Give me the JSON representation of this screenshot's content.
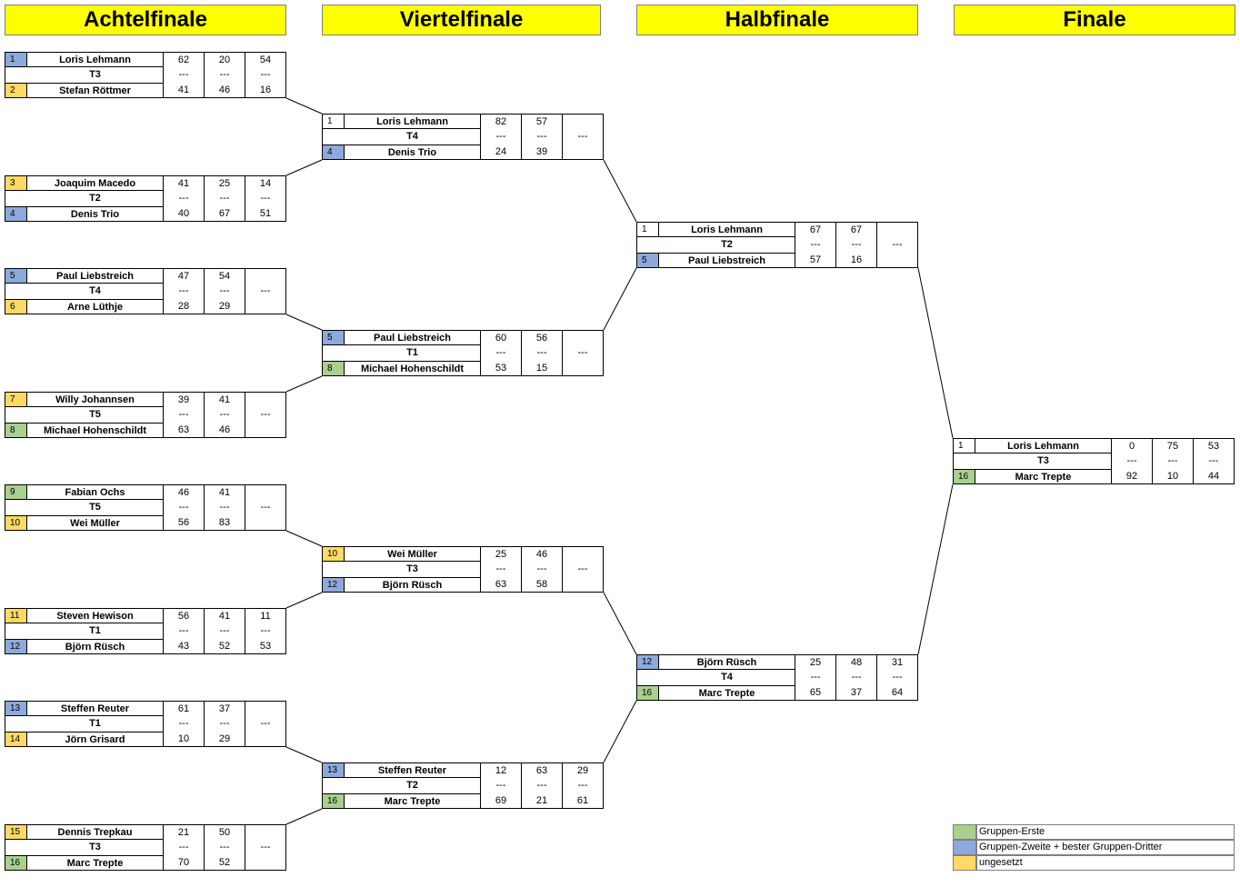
{
  "colors": {
    "header": "#ffff00",
    "group_first": "#a9d08e",
    "group_second": "#8ea9db",
    "unseeded": "#ffd966"
  },
  "headers": [
    "Achtelfinale",
    "Viertelfinale",
    "Halbfinale",
    "Finale"
  ],
  "rounds": {
    "achtelfinale": [
      {
        "p1": {
          "seed": "1",
          "name": "Loris Lehmann",
          "seedtype": "second",
          "scores": [
            "62",
            "20",
            "54"
          ]
        },
        "table": "T3",
        "mid": [
          "---",
          "---",
          "---"
        ],
        "p2": {
          "seed": "2",
          "name": "Stefan Röttmer",
          "seedtype": "unseeded",
          "scores": [
            "41",
            "46",
            "16"
          ]
        }
      },
      {
        "p1": {
          "seed": "3",
          "name": "Joaquim Macedo",
          "seedtype": "unseeded",
          "scores": [
            "41",
            "25",
            "14"
          ]
        },
        "table": "T2",
        "mid": [
          "---",
          "---",
          "---"
        ],
        "p2": {
          "seed": "4",
          "name": "Denis Trio",
          "seedtype": "second",
          "scores": [
            "40",
            "67",
            "51"
          ]
        }
      },
      {
        "p1": {
          "seed": "5",
          "name": "Paul Liebstreich",
          "seedtype": "second",
          "scores": [
            "47",
            "54",
            ""
          ]
        },
        "table": "T4",
        "mid": [
          "---",
          "---",
          "---"
        ],
        "p2": {
          "seed": "6",
          "name": "Arne Lüthje",
          "seedtype": "unseeded",
          "scores": [
            "28",
            "29",
            ""
          ]
        }
      },
      {
        "p1": {
          "seed": "7",
          "name": "Willy Johannsen",
          "seedtype": "unseeded",
          "scores": [
            "39",
            "41",
            ""
          ]
        },
        "table": "T5",
        "mid": [
          "---",
          "---",
          "---"
        ],
        "p2": {
          "seed": "8",
          "name": "Michael Hohenschildt",
          "seedtype": "first",
          "scores": [
            "63",
            "46",
            ""
          ]
        }
      },
      {
        "p1": {
          "seed": "9",
          "name": "Fabian Ochs",
          "seedtype": "first",
          "scores": [
            "46",
            "41",
            ""
          ]
        },
        "table": "T5",
        "mid": [
          "---",
          "---",
          "---"
        ],
        "p2": {
          "seed": "10",
          "name": "Wei Müller",
          "seedtype": "unseeded",
          "scores": [
            "56",
            "83",
            ""
          ]
        }
      },
      {
        "p1": {
          "seed": "11",
          "name": "Steven Hewison",
          "seedtype": "unseeded",
          "scores": [
            "56",
            "41",
            "11"
          ]
        },
        "table": "T1",
        "mid": [
          "---",
          "---",
          "---"
        ],
        "p2": {
          "seed": "12",
          "name": "Björn Rüsch",
          "seedtype": "second",
          "scores": [
            "43",
            "52",
            "53"
          ]
        }
      },
      {
        "p1": {
          "seed": "13",
          "name": "Steffen Reuter",
          "seedtype": "second",
          "scores": [
            "61",
            "37",
            ""
          ]
        },
        "table": "T1",
        "mid": [
          "---",
          "---",
          "---"
        ],
        "p2": {
          "seed": "14",
          "name": "Jörn Grisard",
          "seedtype": "unseeded",
          "scores": [
            "10",
            "29",
            ""
          ]
        }
      },
      {
        "p1": {
          "seed": "15",
          "name": "Dennis Trepkau",
          "seedtype": "unseeded",
          "scores": [
            "21",
            "50",
            ""
          ]
        },
        "table": "T3",
        "mid": [
          "---",
          "---",
          "---"
        ],
        "p2": {
          "seed": "16",
          "name": "Marc Trepte",
          "seedtype": "first",
          "scores": [
            "70",
            "52",
            ""
          ]
        }
      }
    ],
    "viertelfinale": [
      {
        "p1": {
          "seed": "1",
          "name": "Loris Lehmann",
          "seedtype": "none",
          "scores": [
            "82",
            "57",
            ""
          ]
        },
        "table": "T4",
        "mid": [
          "---",
          "---",
          "---"
        ],
        "p2": {
          "seed": "4",
          "name": "Denis Trio",
          "seedtype": "second",
          "scores": [
            "24",
            "39",
            ""
          ]
        }
      },
      {
        "p1": {
          "seed": "5",
          "name": "Paul Liebstreich",
          "seedtype": "second",
          "scores": [
            "60",
            "56",
            ""
          ]
        },
        "table": "T1",
        "mid": [
          "---",
          "---",
          "---"
        ],
        "p2": {
          "seed": "8",
          "name": "Michael Hohenschildt",
          "seedtype": "first",
          "scores": [
            "53",
            "15",
            ""
          ]
        }
      },
      {
        "p1": {
          "seed": "10",
          "name": "Wei Müller",
          "seedtype": "unseeded",
          "scores": [
            "25",
            "46",
            ""
          ]
        },
        "table": "T3",
        "mid": [
          "---",
          "---",
          "---"
        ],
        "p2": {
          "seed": "12",
          "name": "Björn Rüsch",
          "seedtype": "second",
          "scores": [
            "63",
            "58",
            ""
          ]
        }
      },
      {
        "p1": {
          "seed": "13",
          "name": "Steffen Reuter",
          "seedtype": "second",
          "scores": [
            "12",
            "63",
            "29"
          ]
        },
        "table": "T2",
        "mid": [
          "---",
          "---",
          "---"
        ],
        "p2": {
          "seed": "16",
          "name": "Marc Trepte",
          "seedtype": "first",
          "scores": [
            "69",
            "21",
            "61"
          ]
        }
      }
    ],
    "halbfinale": [
      {
        "p1": {
          "seed": "1",
          "name": "Loris Lehmann",
          "seedtype": "none",
          "scores": [
            "67",
            "67",
            ""
          ]
        },
        "table": "T2",
        "mid": [
          "---",
          "---",
          "---"
        ],
        "p2": {
          "seed": "5",
          "name": "Paul Liebstreich",
          "seedtype": "second",
          "scores": [
            "57",
            "16",
            ""
          ]
        }
      },
      {
        "p1": {
          "seed": "12",
          "name": "Björn Rüsch",
          "seedtype": "second",
          "scores": [
            "25",
            "48",
            "31"
          ]
        },
        "table": "T4",
        "mid": [
          "---",
          "---",
          "---"
        ],
        "p2": {
          "seed": "16",
          "name": "Marc Trepte",
          "seedtype": "first",
          "scores": [
            "65",
            "37",
            "64"
          ]
        }
      }
    ],
    "finale": [
      {
        "p1": {
          "seed": "1",
          "name": "Loris Lehmann",
          "seedtype": "none",
          "scores": [
            "0",
            "75",
            "53"
          ]
        },
        "table": "T3",
        "mid": [
          "---",
          "---",
          "---"
        ],
        "p2": {
          "seed": "16",
          "name": "Marc Trepte",
          "seedtype": "first",
          "scores": [
            "92",
            "10",
            "44"
          ]
        }
      }
    ]
  },
  "legend": [
    {
      "label": "Gruppen-Erste",
      "seedtype": "first"
    },
    {
      "label": "Gruppen-Zweite + bester Gruppen-Dritter",
      "seedtype": "second"
    },
    {
      "label": "ungesetzt",
      "seedtype": "unseeded"
    }
  ]
}
